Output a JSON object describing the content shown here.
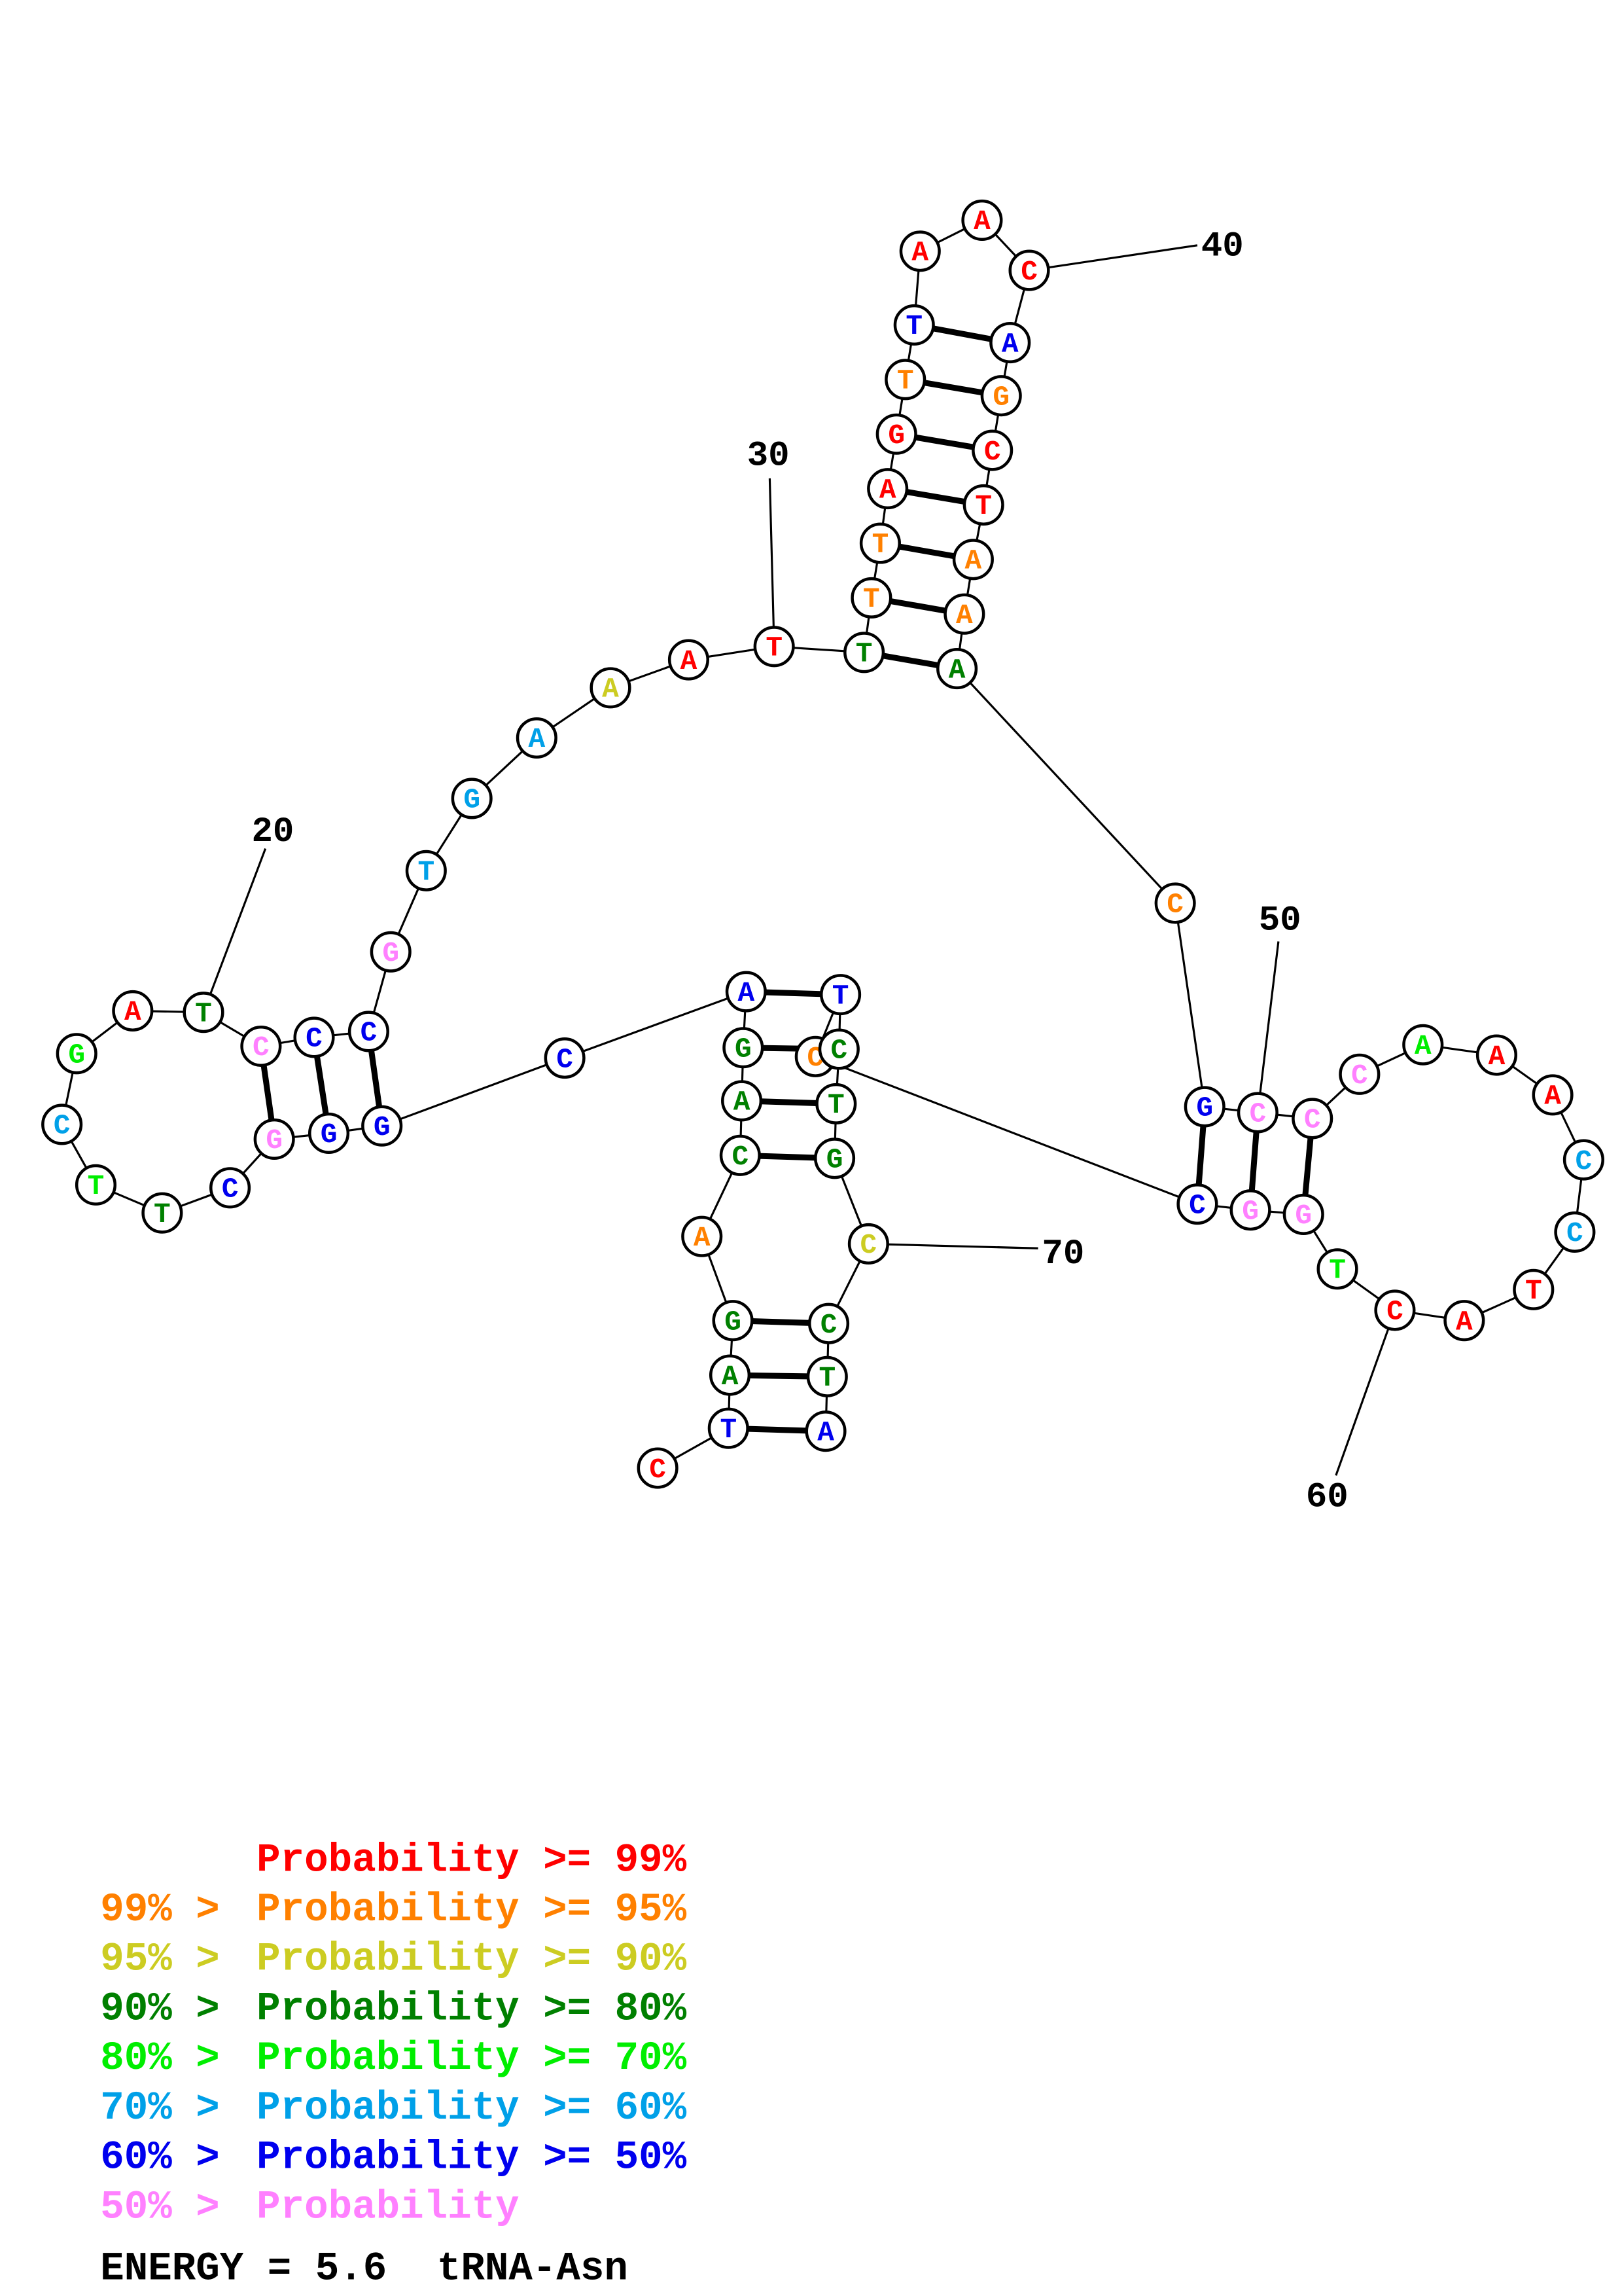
{
  "title": "tRNA-Asn",
  "energy_label": "ENERGY = 5.6",
  "colors": {
    "p99": "#ff0000",
    "p95": "#ff8000",
    "p90": "#cccc22",
    "p80": "#008000",
    "p70": "#00ee00",
    "p60": "#00a0e8",
    "p50": "#0000ee",
    "p0": "#ff80ff"
  },
  "sequence": [
    {
      "n": "C",
      "c": "p99"
    },
    {
      "n": "T",
      "c": "p50"
    },
    {
      "n": "A",
      "c": "p80"
    },
    {
      "n": "G",
      "c": "p80"
    },
    {
      "n": "A",
      "c": "p95"
    },
    {
      "n": "C",
      "c": "p80"
    },
    {
      "n": "A",
      "c": "p80"
    },
    {
      "n": "G",
      "c": "p80"
    },
    {
      "n": "A",
      "c": "p50"
    },
    {
      "n": "C",
      "c": "p50"
    },
    {
      "n": "G",
      "c": "p50"
    },
    {
      "n": "G",
      "c": "p50"
    },
    {
      "n": "G",
      "c": "p0"
    },
    {
      "n": "C",
      "c": "p50"
    },
    {
      "n": "T",
      "c": "p80"
    },
    {
      "n": "T",
      "c": "p70"
    },
    {
      "n": "C",
      "c": "p60"
    },
    {
      "n": "G",
      "c": "p70"
    },
    {
      "n": "A",
      "c": "p99"
    },
    {
      "n": "T",
      "c": "p80"
    },
    {
      "n": "C",
      "c": "p0"
    },
    {
      "n": "C",
      "c": "p50"
    },
    {
      "n": "C",
      "c": "p50"
    },
    {
      "n": "G",
      "c": "p0"
    },
    {
      "n": "T",
      "c": "p60"
    },
    {
      "n": "G",
      "c": "p60"
    },
    {
      "n": "A",
      "c": "p60"
    },
    {
      "n": "A",
      "c": "p90"
    },
    {
      "n": "A",
      "c": "p99"
    },
    {
      "n": "T",
      "c": "p99"
    },
    {
      "n": "T",
      "c": "p80"
    },
    {
      "n": "T",
      "c": "p95"
    },
    {
      "n": "T",
      "c": "p95"
    },
    {
      "n": "A",
      "c": "p99"
    },
    {
      "n": "G",
      "c": "p99"
    },
    {
      "n": "T",
      "c": "p95"
    },
    {
      "n": "T",
      "c": "p50"
    },
    {
      "n": "A",
      "c": "p99"
    },
    {
      "n": "A",
      "c": "p99"
    },
    {
      "n": "C",
      "c": "p99"
    },
    {
      "n": "A",
      "c": "p50"
    },
    {
      "n": "G",
      "c": "p95"
    },
    {
      "n": "C",
      "c": "p99"
    },
    {
      "n": "T",
      "c": "p99"
    },
    {
      "n": "A",
      "c": "p95"
    },
    {
      "n": "A",
      "c": "p95"
    },
    {
      "n": "A",
      "c": "p80"
    },
    {
      "n": "C",
      "c": "p95"
    },
    {
      "n": "G",
      "c": "p50"
    },
    {
      "n": "C",
      "c": "p0"
    },
    {
      "n": "C",
      "c": "p0"
    },
    {
      "n": "C",
      "c": "p0"
    },
    {
      "n": "A",
      "c": "p70"
    },
    {
      "n": "A",
      "c": "p99"
    },
    {
      "n": "A",
      "c": "p99"
    },
    {
      "n": "C",
      "c": "p60"
    },
    {
      "n": "C",
      "c": "p60"
    },
    {
      "n": "T",
      "c": "p99"
    },
    {
      "n": "A",
      "c": "p99"
    },
    {
      "n": "C",
      "c": "p99"
    },
    {
      "n": "T",
      "c": "p70"
    },
    {
      "n": "G",
      "c": "p0"
    },
    {
      "n": "G",
      "c": "p0"
    },
    {
      "n": "C",
      "c": "p50"
    },
    {
      "n": "C",
      "c": "p95"
    },
    {
      "n": "T",
      "c": "p50"
    },
    {
      "n": "C",
      "c": "p80"
    },
    {
      "n": "T",
      "c": "p80"
    },
    {
      "n": "G",
      "c": "p80"
    },
    {
      "n": "C",
      "c": "p90"
    },
    {
      "n": "C",
      "c": "p80"
    },
    {
      "n": "T",
      "c": "p80"
    },
    {
      "n": "A",
      "c": "p50"
    }
  ],
  "pairs": [
    [
      2,
      73
    ],
    [
      3,
      72
    ],
    [
      4,
      71
    ],
    [
      6,
      69
    ],
    [
      7,
      68
    ],
    [
      8,
      67
    ],
    [
      9,
      66
    ],
    [
      11,
      23
    ],
    [
      12,
      22
    ],
    [
      13,
      21
    ],
    [
      31,
      47
    ],
    [
      32,
      46
    ],
    [
      33,
      45
    ],
    [
      34,
      44
    ],
    [
      35,
      43
    ],
    [
      36,
      42
    ],
    [
      37,
      41
    ],
    [
      49,
      64
    ],
    [
      50,
      63
    ],
    [
      51,
      62
    ]
  ],
  "position_labels": [
    "20",
    "30",
    "40",
    "50",
    "60",
    "70"
  ],
  "legend": [
    {
      "prefix": "",
      "text": "Probability >= 99%",
      "c": "p99"
    },
    {
      "prefix": "99% > ",
      "text": "Probability >= 95%",
      "c": "p95"
    },
    {
      "prefix": "95% > ",
      "text": "Probability >= 90%",
      "c": "p90"
    },
    {
      "prefix": "90% > ",
      "text": "Probability >= 80%",
      "c": "p80"
    },
    {
      "prefix": "80% > ",
      "text": "Probability >= 70%",
      "c": "p70"
    },
    {
      "prefix": "70% > ",
      "text": "Probability >= 60%",
      "c": "p60"
    },
    {
      "prefix": "60% > ",
      "text": "Probability >= 50%",
      "c": "p50"
    },
    {
      "prefix": "50% > ",
      "text": "Probability",
      "c": "p0"
    }
  ]
}
